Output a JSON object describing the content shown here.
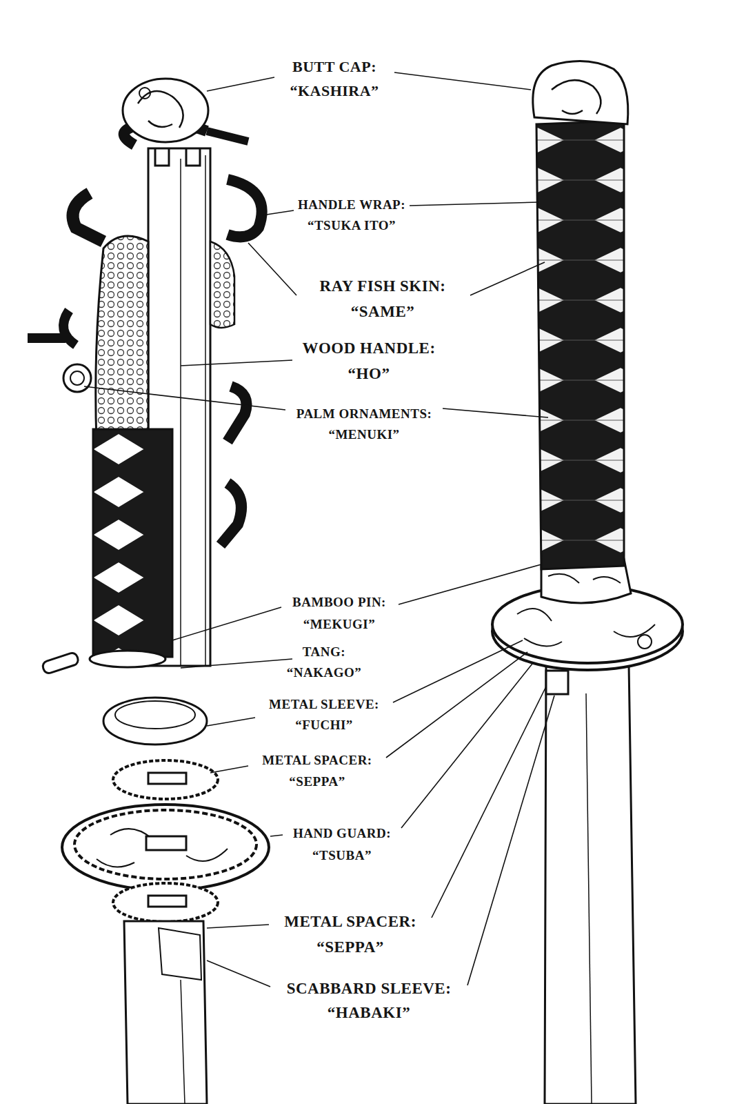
{
  "diagram": {
    "labels": [
      "BUTT CAP:",
      "“KASHIRA”",
      "HANDLE WRAP:",
      "“TSUKA ITO”",
      "RAY FISH SKIN:",
      "“SAME”",
      "WOOD HANDLE:",
      "“HO”",
      "PALM ORNAMENTS:",
      "“MENUKI”",
      "BAMBOO PIN:",
      "“MEKUGI”",
      "TANG:",
      "“NAKAGO”",
      "METAL SLEEVE:",
      "“FUCHI”",
      "METAL SPACER:",
      "“SEPPA”",
      "HAND GUARD:",
      "“TSUBA”",
      "METAL SPACER:",
      "“SEPPA”",
      "SCABBARD SLEEVE:",
      "“HABAKI”"
    ]
  }
}
